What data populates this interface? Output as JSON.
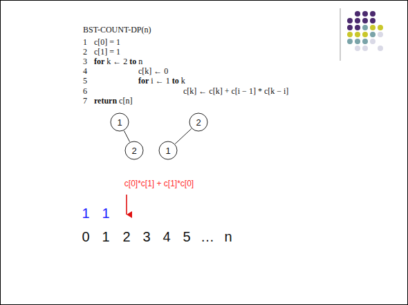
{
  "diagram": {
    "nodes": [
      {
        "text": [
          "1"
        ]
      },
      {
        "text": [
          "2"
        ]
      },
      {
        "text": [
          "2"
        ]
      },
      {
        "text": [
          "1"
        ]
      }
    ],
    "edges": [
      {
        "from": 0,
        "to": 1,
        "arrow": "none"
      },
      {
        "from": 2,
        "to": 3,
        "arrow": "none"
      }
    ],
    "labels": [
      "BST-COUNT-DP(n)",
      "1",
      "c[0] = 1",
      "2",
      "c[1] = 1",
      "3",
      "for k ← 2 to n",
      "4",
      "c[k] ← 0",
      "5",
      "for i ← 1 to k",
      "6",
      "c[k] ← c[k] + c[i − 1] * c[k − i]",
      "7",
      "return c[n]",
      "c[0]*c[1] + c[1]*c[0]",
      "1",
      "1",
      "0",
      "1",
      "2",
      "3",
      "4",
      "5",
      "…",
      "n"
    ]
  }
}
